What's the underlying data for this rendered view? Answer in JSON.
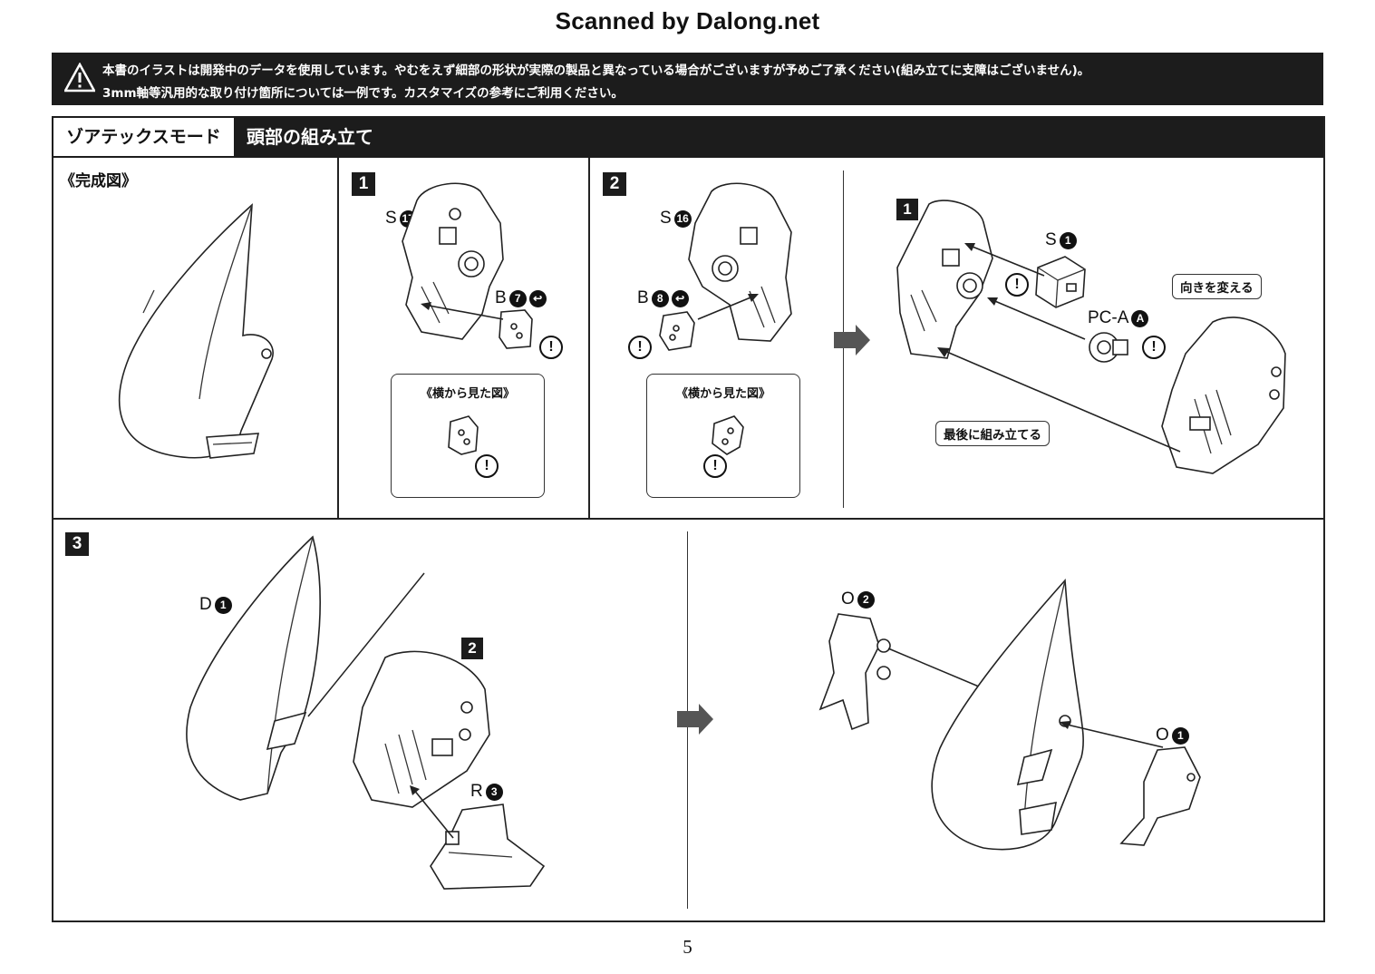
{
  "scan_credit": "Scanned by Dalong.net",
  "warning": {
    "line1": "本書のイラストは開発中のデータを使用しています。やむをえず細部の形状が実際の製品と異なっている場合がございますが予めご了承ください(組み立てに支障はございません)。",
    "line2": "3mm軸等汎用的な取り付け箇所については一例です。カスタマイズの参考にご利用ください。",
    "icon": "warning-triangle-icon"
  },
  "header": {
    "mode": "ゾアテックスモード",
    "section": "頭部の組み立て"
  },
  "completed_label": "《完成図》",
  "step1": {
    "number": "1",
    "part_s": {
      "letter": "S",
      "num": "17"
    },
    "part_b": {
      "letter": "B",
      "num": "7"
    },
    "side_view": "《横から見た図》",
    "caution": "!"
  },
  "step2": {
    "number": "2",
    "part_s": {
      "letter": "S",
      "num": "16"
    },
    "part_b": {
      "letter": "B",
      "num": "8"
    },
    "side_view": "《横から見た図》",
    "caution": "!"
  },
  "step2b": {
    "ref": "1",
    "part_s": {
      "letter": "S",
      "num": "1"
    },
    "part_pc": {
      "letter": "PC-A",
      "num": "A"
    },
    "note_turn": "向きを変える",
    "note_last": "最後に組み立てる"
  },
  "step3": {
    "number": "3",
    "part_d": {
      "letter": "D",
      "num": "1"
    },
    "ref": "2",
    "part_r": {
      "letter": "R",
      "num": "3"
    },
    "part_o2": {
      "letter": "O",
      "num": "2"
    },
    "part_o1": {
      "letter": "O",
      "num": "1"
    }
  },
  "page_number": "5"
}
